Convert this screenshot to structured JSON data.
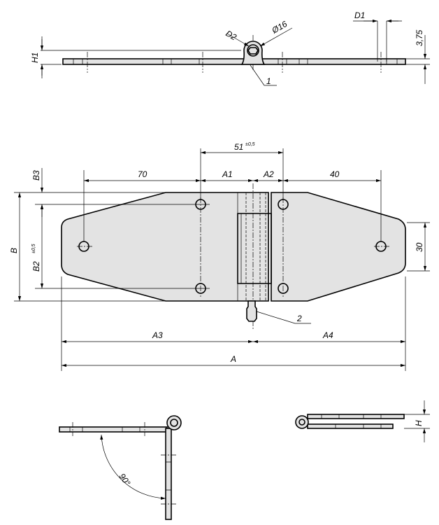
{
  "drawing": {
    "top_view": {
      "h1": "H1",
      "d2": "D2",
      "dia": "Ø16",
      "d1": "D1",
      "thickness": "3,75",
      "item1": "1"
    },
    "main_view": {
      "dim_center": "51",
      "dim_center_tol": "±0,5",
      "dim_left": "70",
      "a1": "A1",
      "a2": "A2",
      "dim_right": "40",
      "b3": "B3",
      "b": "B",
      "b2": "B2",
      "b2_tol": "±0,5",
      "dim_30": "30",
      "a3": "A3",
      "a4": "A4",
      "a": "A",
      "item2": "2"
    },
    "side_views": {
      "angle": "90°",
      "h": "H"
    }
  }
}
